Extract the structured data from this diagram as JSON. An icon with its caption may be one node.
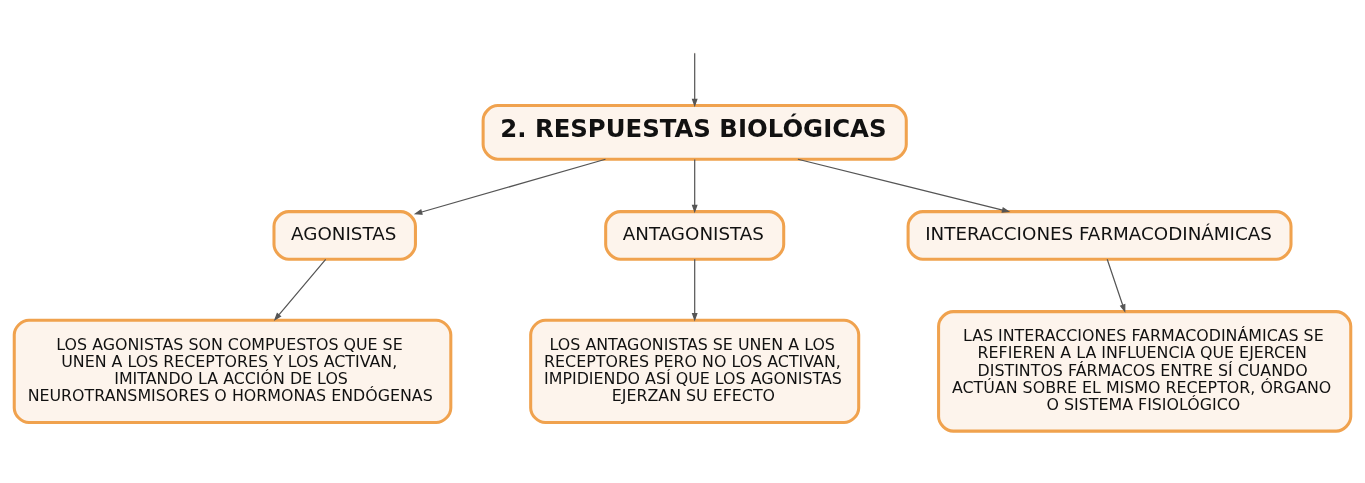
{
  "diagram": {
    "nodes": [
      {
        "text": [
          "2. RESPUESTAS BIOLÓGICAS"
        ]
      },
      {
        "text": [
          "AGONISTAS"
        ]
      },
      {
        "text": [
          "ANTAGONISTAS"
        ]
      },
      {
        "text": [
          "INTERACCIONES FARMACODINÁMICAS"
        ]
      },
      {
        "text": [
          "LOS AGONISTAS SON COMPUESTOS QUE SE UNEN A LOS RECEPTORES Y LOS ACTIVAN, IMITANDO LA ACCIÓN DE LOS NEUROTRANSMISORES O HORMONAS ENDÓGENAS"
        ]
      },
      {
        "text": [
          "LOS ANTAGONISTAS SE UNEN A LOS RECEPTORES PERO NO LOS ACTIVAN, IMPIDIENDO ASÍ QUE LOS AGONISTAS EJERZAN SU EFECTO"
        ]
      },
      {
        "text": [
          "LAS INTERACCIONES FARMACODINÁMICAS SE REFIEREN A LA INFLUENCIA QUE EJERCEN DISTINTOS FÁRMACOS ENTRE SÍ CUANDO ACTÚAN SOBRE EL MISMO RECEPTOR, ÓRGANO O SISTEMA FISIOLÓGICO"
        ]
      }
    ],
    "edges": [
      {
        "from": null,
        "to": 0,
        "arrow": "to"
      },
      {
        "from": 0,
        "to": 1,
        "arrow": "to"
      },
      {
        "from": 0,
        "to": 2,
        "arrow": "to"
      },
      {
        "from": 0,
        "to": 3,
        "arrow": "to"
      },
      {
        "from": 1,
        "to": 4,
        "arrow": "to"
      },
      {
        "from": 2,
        "to": 5,
        "arrow": "to"
      },
      {
        "from": 3,
        "to": 6,
        "arrow": "to"
      }
    ]
  }
}
